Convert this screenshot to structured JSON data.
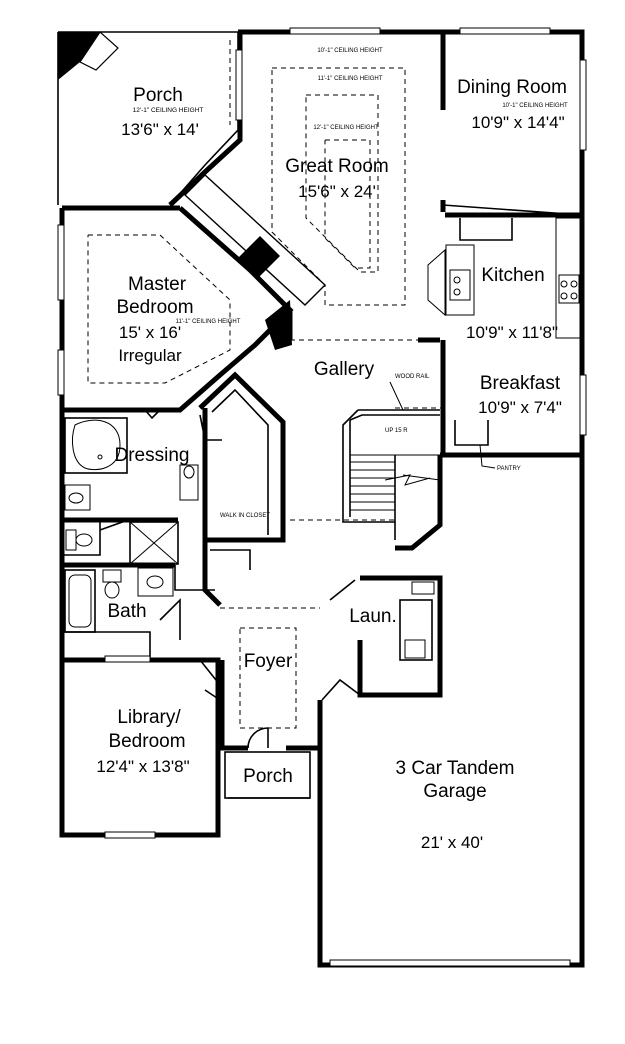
{
  "rooms": {
    "porch_top": {
      "name": "Porch",
      "ceiling": "12'-1\" CEILING HEIGHT",
      "size": "13'6\" x 14'"
    },
    "great_room": {
      "name": "Great Room",
      "size": "15'6\" x 24'",
      "ceilings": [
        "10'-1\" CEILING HEIGHT",
        "11'-1\" CEILING HEIGHT",
        "12'-1\" CEILING HEIGHT"
      ]
    },
    "dining_room": {
      "name": "Dining Room",
      "ceiling": "10'-1\" CEILING HEIGHT",
      "size": "10'9\" x 14'4\""
    },
    "kitchen": {
      "name": "Kitchen",
      "size": "10'9\" x 11'8\""
    },
    "breakfast": {
      "name": "Breakfast",
      "size": "10'9\" x 7'4\""
    },
    "master_bedroom": {
      "line1": "Master",
      "line2": "Bedroom",
      "ceiling": "11'-1\" CEILING HEIGHT",
      "size": "15' x 16'",
      "note": "Irregular"
    },
    "gallery": {
      "name": "Gallery"
    },
    "dressing": {
      "name": "Dressing"
    },
    "walk_in_closet": {
      "name": "WALK IN CLOSET"
    },
    "bath": {
      "name": "Bath"
    },
    "laundry": {
      "name": "Laun."
    },
    "foyer": {
      "name": "Foyer"
    },
    "library": {
      "line1": "Library/",
      "line2": "Bedroom",
      "size": "12'4\" x 13'8\""
    },
    "porch_front": {
      "name": "Porch"
    },
    "garage": {
      "line1": "3 Car Tandem",
      "line2": "Garage",
      "size": "21' x 40'"
    }
  },
  "annotations": {
    "wood_rail": "WOOD RAIL",
    "stair": "UP 15 R",
    "pantry": "PANTRY"
  }
}
